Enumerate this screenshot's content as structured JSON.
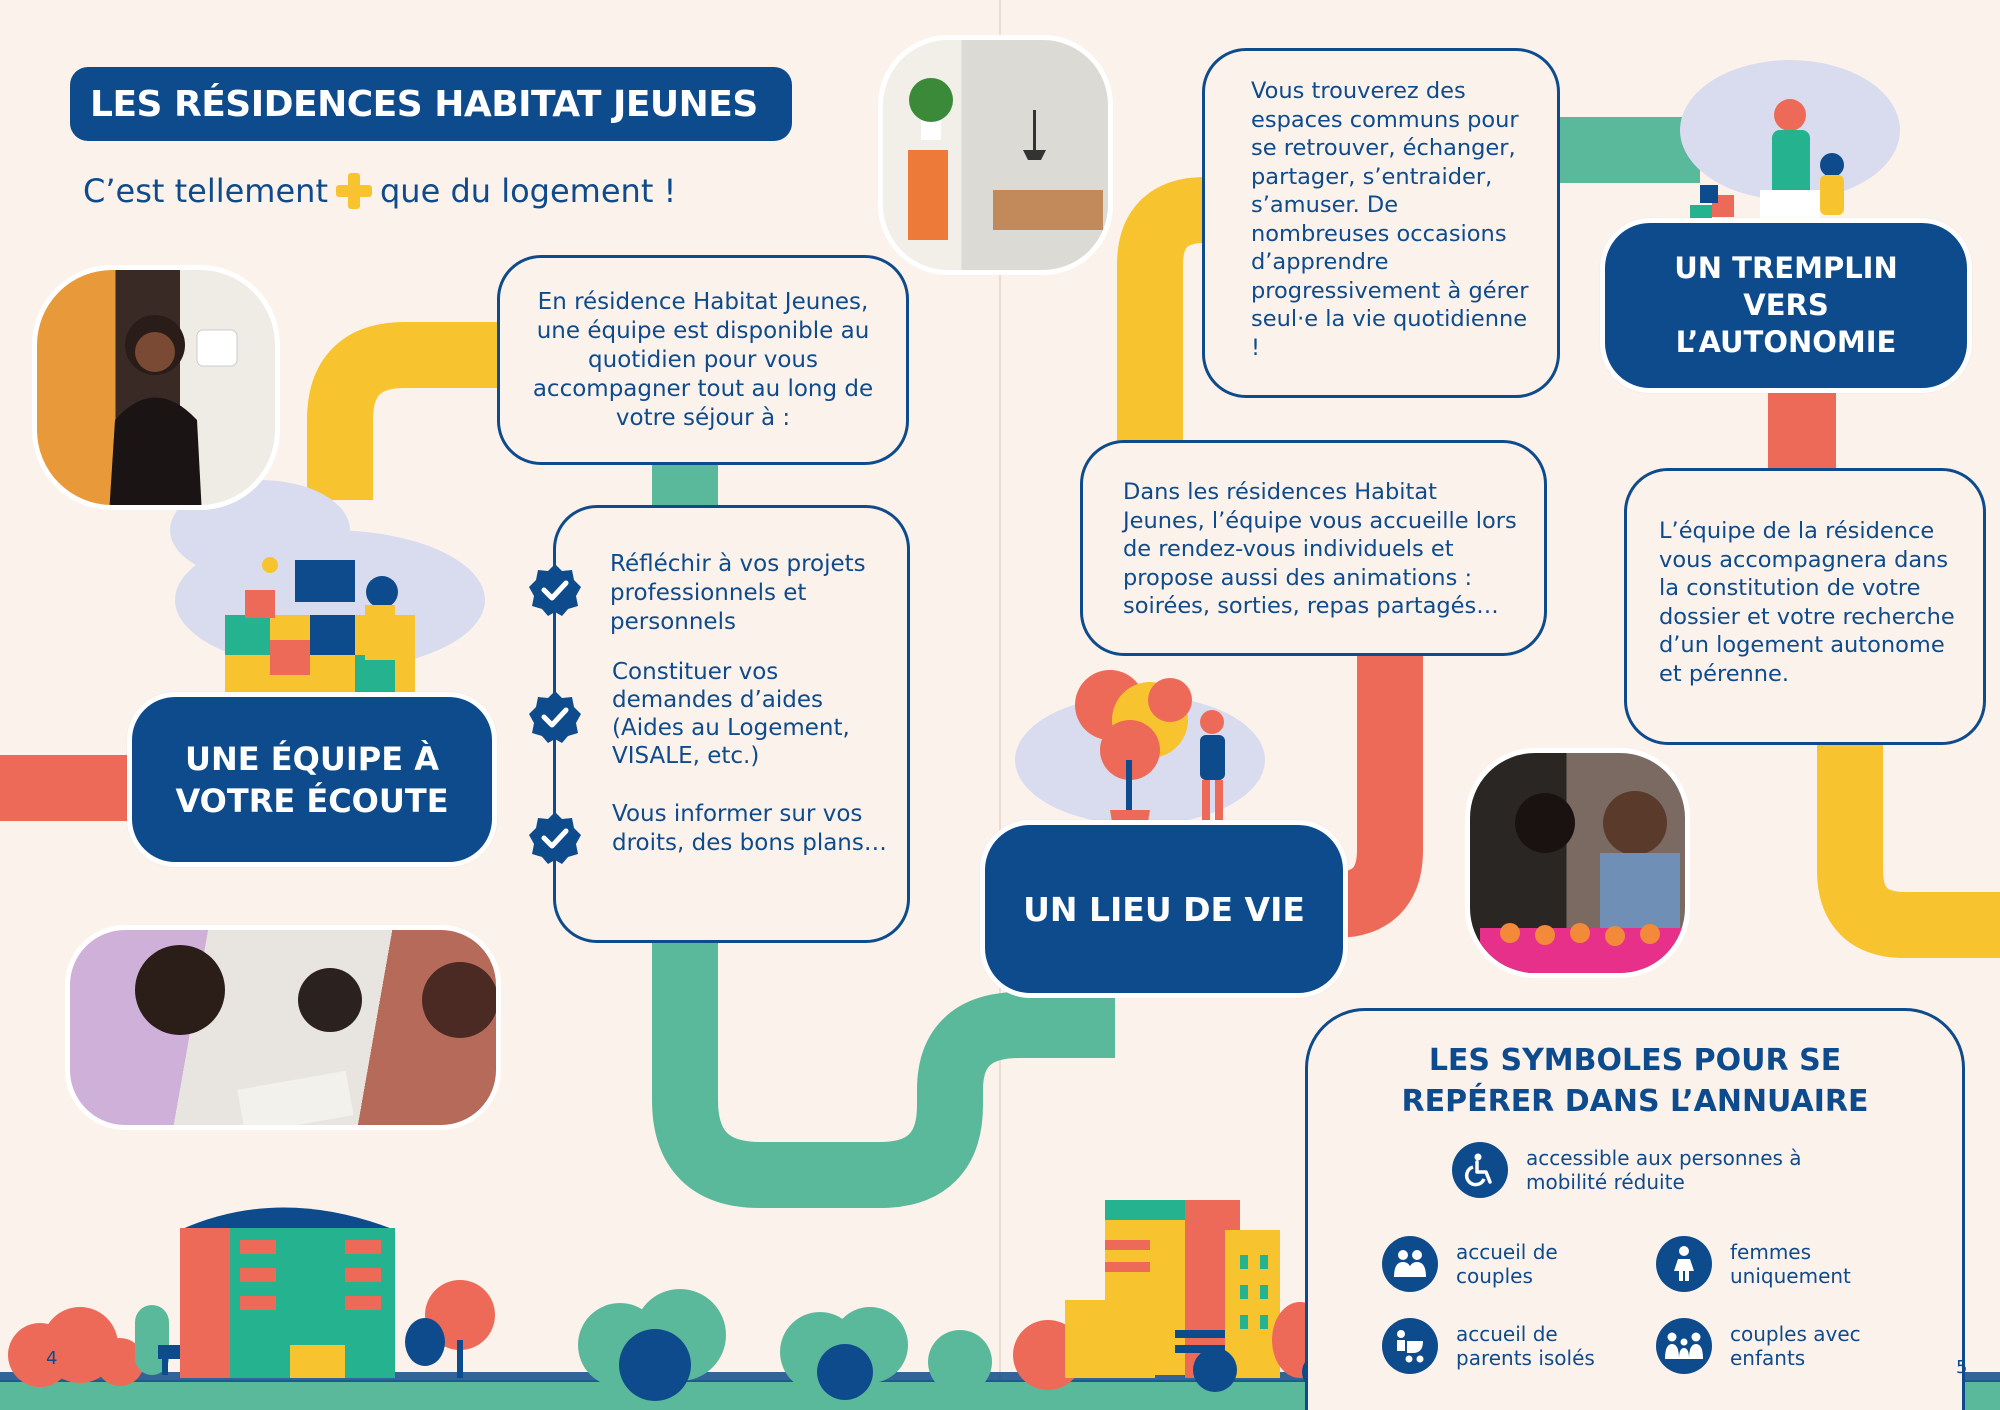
{
  "page_left": {
    "title_banner": "LES RÉSIDENCES HABITAT JEUNES",
    "tagline_before": "C’est tellement",
    "tagline_after": "que du logement !",
    "intro_box": "En résidence Habitat Jeunes, une équipe est disponible au quotidien pour vous accompagner tout au long de votre séjour à :",
    "checklist": [
      "Réfléchir à vos projets professionnels et personnels",
      "Constituer vos demandes d’aides (Aides au Logement, VISALE, etc.)",
      "Vous informer sur vos droits, des bons plans…"
    ],
    "team_pill": "UNE ÉQUIPE À VOTRE ÉCOUTE",
    "page_number": "4"
  },
  "page_right": {
    "common_spaces_box": "Vous trouverez des espaces communs pour se retrouver, échanger, partager, s’entraider, s’amuser. De nombreuses occasions d’apprendre progressivement à gérer seul·e la vie quotidienne !",
    "tremplin_pill": "UN TREMPLIN VERS L’AUTONOMIE",
    "welcome_box": "Dans les résidences Habitat Jeunes, l’équipe vous accueille lors de rendez-vous individuels et propose aussi des animations : soirées, sorties, repas partagés…",
    "housing_box": "L’équipe de la résidence vous accompagnera dans la constitution de votre dossier et votre recherche d’un logement autonome et pérenne.",
    "lieu_pill": "UN LIEU DE VIE",
    "symbols_title": "LES SYMBOLES POUR SE REPÉRER DANS L’ANNUAIRE",
    "symbols": [
      {
        "icon": "wheelchair-icon",
        "label": "accessible aux personnes à mobilité réduite"
      },
      {
        "icon": "couple-icon",
        "label": "accueil de couples"
      },
      {
        "icon": "woman-icon",
        "label": "femmes uniquement"
      },
      {
        "icon": "stroller-icon",
        "label": "accueil de parents isolés"
      },
      {
        "icon": "family-icon",
        "label": "couples avec enfants"
      }
    ],
    "page_number": "5"
  },
  "colors": {
    "navy": "#0e4b8c",
    "yellow": "#f7c430",
    "green": "#5bb99b",
    "coral": "#ee6a58",
    "background": "#fcf2ec"
  }
}
